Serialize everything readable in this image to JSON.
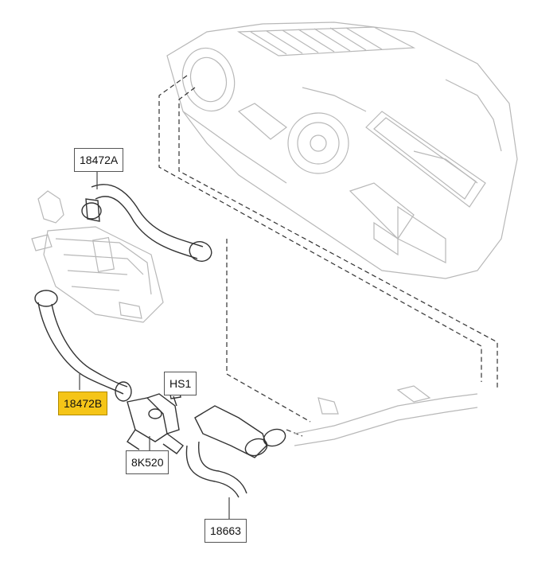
{
  "diagram": {
    "callouts": [
      {
        "id": "c1",
        "label": "18472A",
        "highlighted": false
      },
      {
        "id": "c2",
        "label": "18472B",
        "highlighted": true
      },
      {
        "id": "c3",
        "label": "HS1",
        "highlighted": false
      },
      {
        "id": "c4",
        "label": "8K520",
        "highlighted": false
      },
      {
        "id": "c5",
        "label": "18663",
        "highlighted": false
      }
    ],
    "colors": {
      "line": "#4a4a4a",
      "ghost": "#b8b8b8",
      "highlight": "#f5c518"
    }
  }
}
